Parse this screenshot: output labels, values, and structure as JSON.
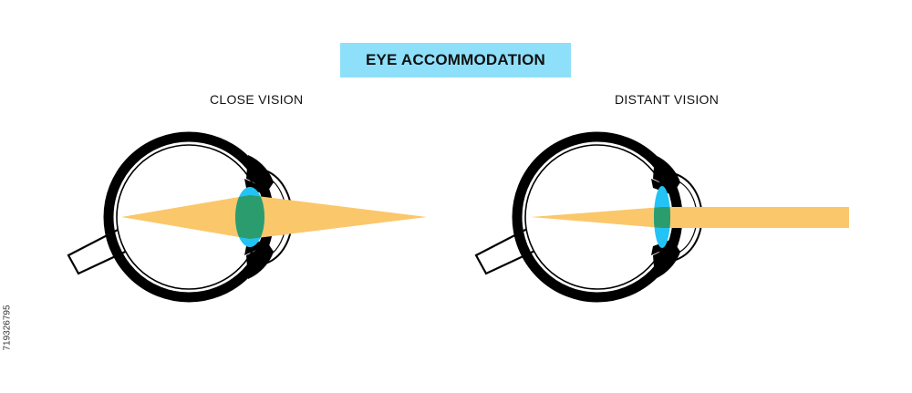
{
  "title": "EYE ACCOMMODATION",
  "panels": [
    {
      "label": "CLOSE VISION",
      "lens": "thick"
    },
    {
      "label": "DISTANT VISION",
      "lens": "thin"
    }
  ],
  "stock_id": "719326795",
  "colors": {
    "title_background": "#8ee0fa",
    "lens": "#24c3f5",
    "light_beam": "#fbc76b",
    "beam_lens_overlap": "#2a9c6e",
    "outline": "#000000"
  }
}
